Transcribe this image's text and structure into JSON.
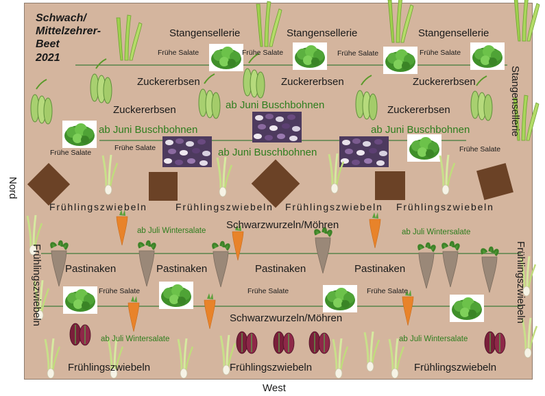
{
  "title": [
    "Schwach/",
    "Mittelzehrer-",
    "Beet",
    "2021"
  ],
  "compass": {
    "north": "Nord",
    "west": "West"
  },
  "plants": {
    "celery": "Stangensellerie",
    "early_salad": "Frühe Salate",
    "snow_peas": "Zuckererbsen",
    "bush_beans_june": "ab Juni Buschbohnen",
    "spring_onions": "Frühlingszwiebeln",
    "spring_onions_spaced": "Frühlingszwiebeln",
    "salsify_carrots": "Schwarzwurzeln/Möhren",
    "winter_salad_july": "ab Juli Wintersalate",
    "parsnips": "Pastinaken"
  },
  "colors": {
    "bed": "#d4b59e",
    "soil_square": "#6b4226",
    "row_line": "#3f7a3a",
    "label_green": "#2e7d1e",
    "carrot": "#e8832a",
    "parsnip": "#9a8878",
    "red_lettuce": "#7a1f3a",
    "lettuce": "#4a9a2e"
  },
  "icons": [
    "celery-icon",
    "lettuce-icon",
    "pea-pod-icon",
    "bean-photo-icon",
    "spring-onion-icon",
    "soil-square-icon",
    "carrot-icon",
    "parsnip-icon",
    "red-lettuce-icon"
  ]
}
